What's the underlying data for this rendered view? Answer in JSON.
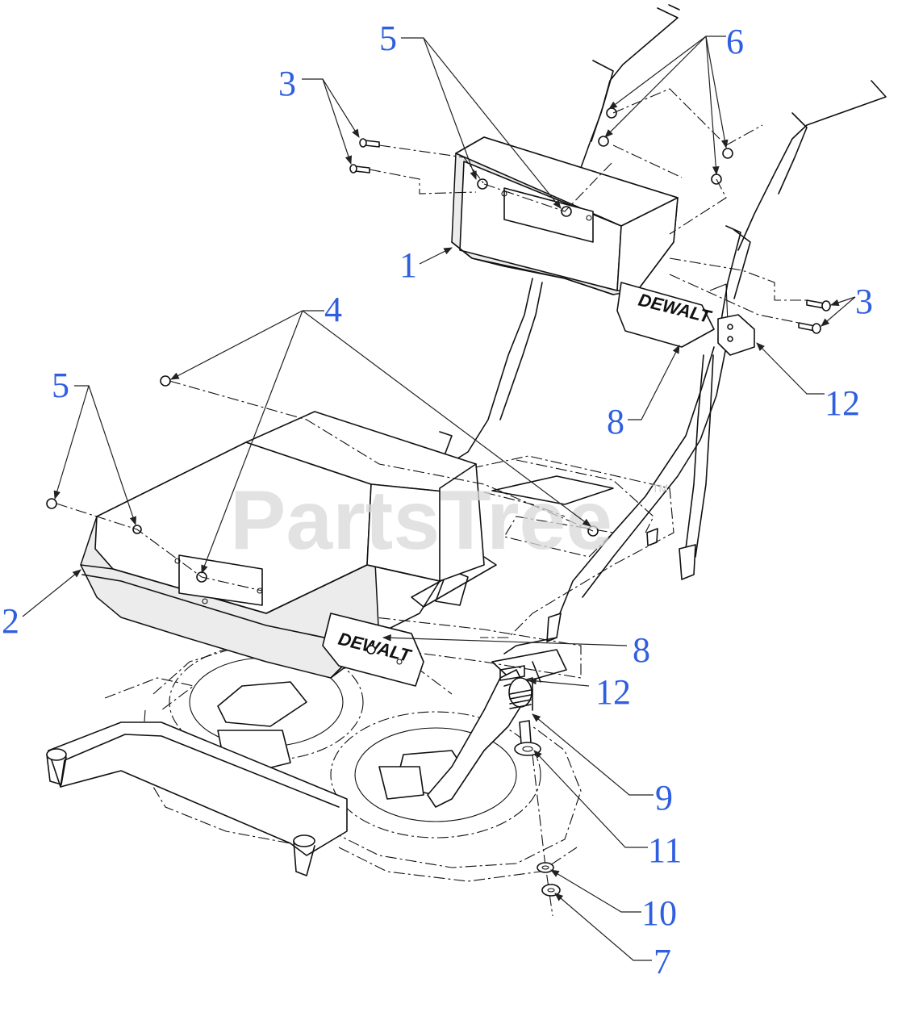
{
  "watermark": "PartsTree",
  "watermark_tm": "TM",
  "brand_logo": "DEWALT",
  "callouts": {
    "c1": "1",
    "c2": "2",
    "c3_left": "3",
    "c3_right": "3",
    "c4": "4",
    "c5_top": "5",
    "c5_left": "5",
    "c6": "6",
    "c7": "7",
    "c8_upper": "8",
    "c8_lower": "8",
    "c9": "9",
    "c10": "10",
    "c11": "11",
    "c12_upper": "12",
    "c12_lower": "12"
  },
  "colors": {
    "callout": "#2f5fe0",
    "line": "#111111",
    "watermark": "#d9d9d9"
  }
}
